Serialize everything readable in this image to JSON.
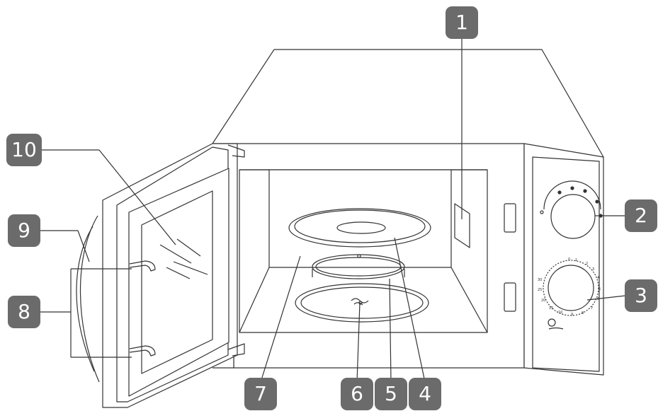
{
  "callouts": [
    {
      "id": "1",
      "label": "1"
    },
    {
      "id": "2",
      "label": "2"
    },
    {
      "id": "3",
      "label": "3"
    },
    {
      "id": "4",
      "label": "4"
    },
    {
      "id": "5",
      "label": "5"
    },
    {
      "id": "6",
      "label": "6"
    },
    {
      "id": "7",
      "label": "7"
    },
    {
      "id": "8",
      "label": "8"
    },
    {
      "id": "9",
      "label": "9"
    },
    {
      "id": "10",
      "label": "10"
    }
  ],
  "timer_scale": [
    "0",
    "1",
    "2",
    "3",
    "4",
    "5",
    "6",
    "7",
    "8",
    "9",
    "10",
    "15",
    "20",
    "25",
    "30"
  ],
  "colors": {
    "badge": "#6b6b6b",
    "badge_text": "#ffffff",
    "line": "#333333"
  }
}
